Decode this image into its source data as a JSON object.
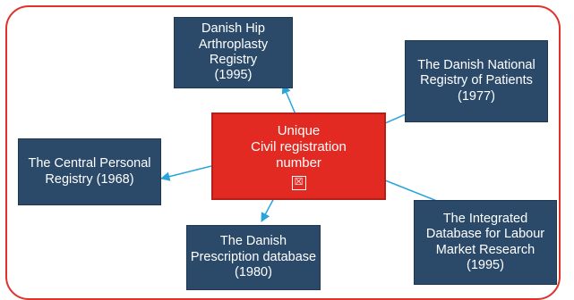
{
  "center_node": {
    "label": "Unique\nCivil registration\nnumber",
    "icon": "registry-card-icon",
    "icon_glyph": "☒"
  },
  "nodes": {
    "hip": "Danish Hip\nArthroplasty\nRegistry\n(1995)",
    "patients": "The Danish National\nRegistry of Patients\n(1977)",
    "personal": "The Central Personal\nRegistry (1968)",
    "prescription": "The Danish\nPrescription database\n(1980)",
    "labour": "The Integrated\nDatabase for Labour\nMarket Research\n(1995)"
  },
  "colors": {
    "frame": "#e0322a",
    "node_fill": "#2b4a6a",
    "center_fill": "#e22a22",
    "arrow": "#29a3d9",
    "text": "#ffffff"
  }
}
